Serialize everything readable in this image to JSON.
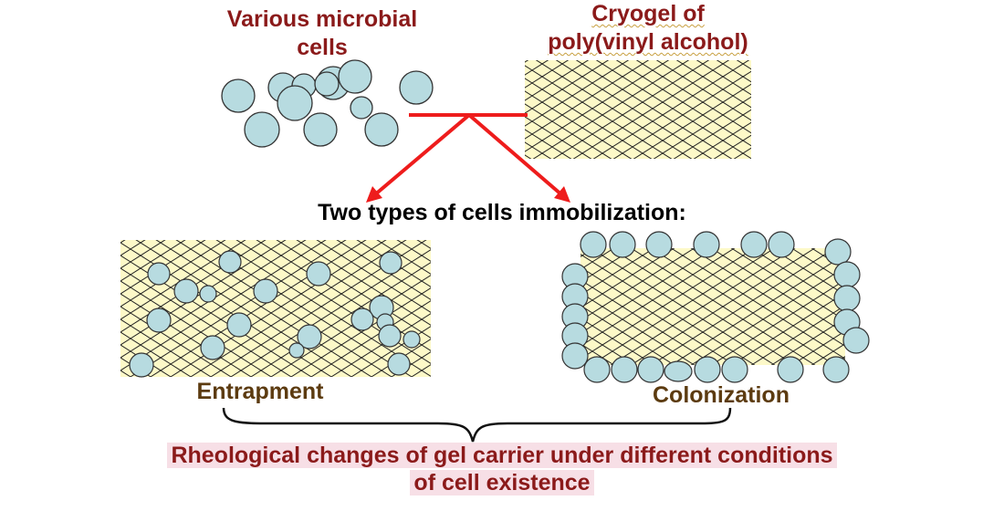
{
  "labels": {
    "microbial_cells": [
      "Various microbial",
      "cells"
    ],
    "cryogel": [
      "Cryogel of",
      "poly(vinyl alcohol)"
    ],
    "types_title": "Two types of cells immobilization:",
    "entrapment": "Entrapment",
    "colonization": "Colonization",
    "conclusion": [
      "Rheological changes of gel carrier under different conditions",
      "of cell existence"
    ]
  },
  "colors": {
    "cell_fill": "#b7dbe0",
    "cell_stroke": "#333333",
    "gel_fill": "#fdf9c8",
    "mesh_line": "#222222",
    "arrow": "#ee1c1c",
    "title_red": "#8b1a1a",
    "label_brown": "#5c3b10",
    "conclusion_highlight": "#f7dfe6"
  }
}
